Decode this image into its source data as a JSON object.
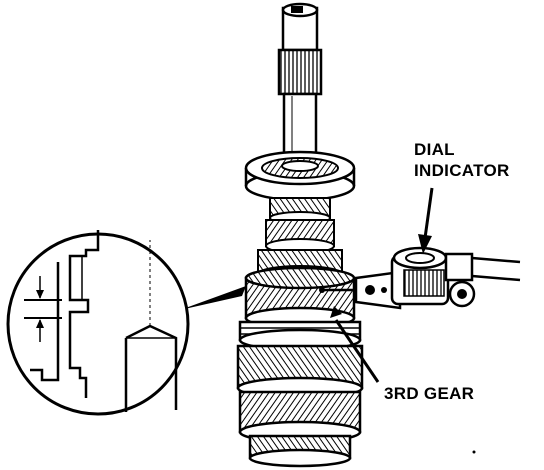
{
  "labels": {
    "dial_indicator_line1": "DIAL",
    "dial_indicator_line2": "INDICATOR",
    "third_gear": "3RD GEAR"
  },
  "colors": {
    "ink": "#000000",
    "paper": "#ffffff"
  }
}
